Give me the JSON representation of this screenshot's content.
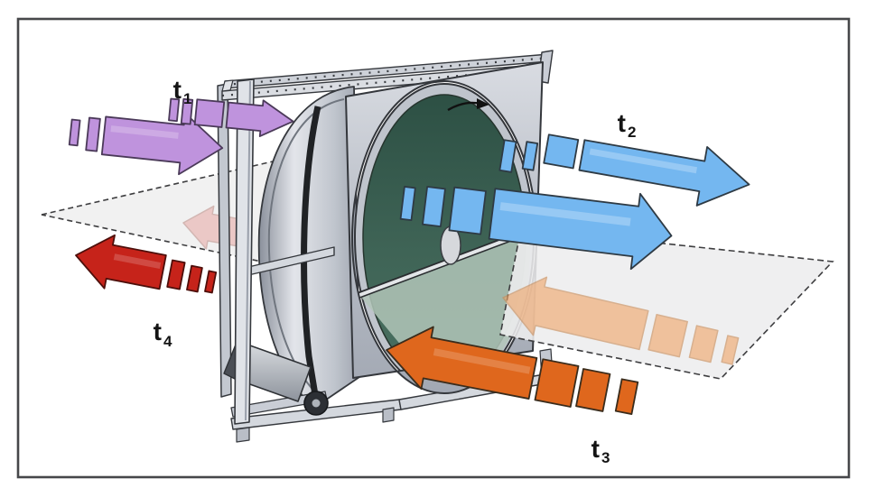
{
  "figure": {
    "labels": {
      "t1": {
        "base": "t",
        "sub": "1"
      },
      "t2": {
        "base": "t",
        "sub": "2"
      },
      "t3": {
        "base": "t",
        "sub": "3"
      },
      "t4": {
        "base": "t",
        "sub": "4"
      }
    },
    "colors": {
      "t1_arrow": "#bf93dd",
      "t2_arrow": "#74b7f0",
      "t3_arrow": "#df671d",
      "t4_arrow": "#c6231a",
      "t3_faded_arrow": "#efa569",
      "t4_faded_arrow": "#e7a8a3",
      "wheel_face": "#3f6456",
      "frame_metal": "#d4d8de",
      "plane": "#ededee",
      "border": "#46474a"
    },
    "icons": {
      "rotation": "clockwise-rotation-icon"
    }
  }
}
